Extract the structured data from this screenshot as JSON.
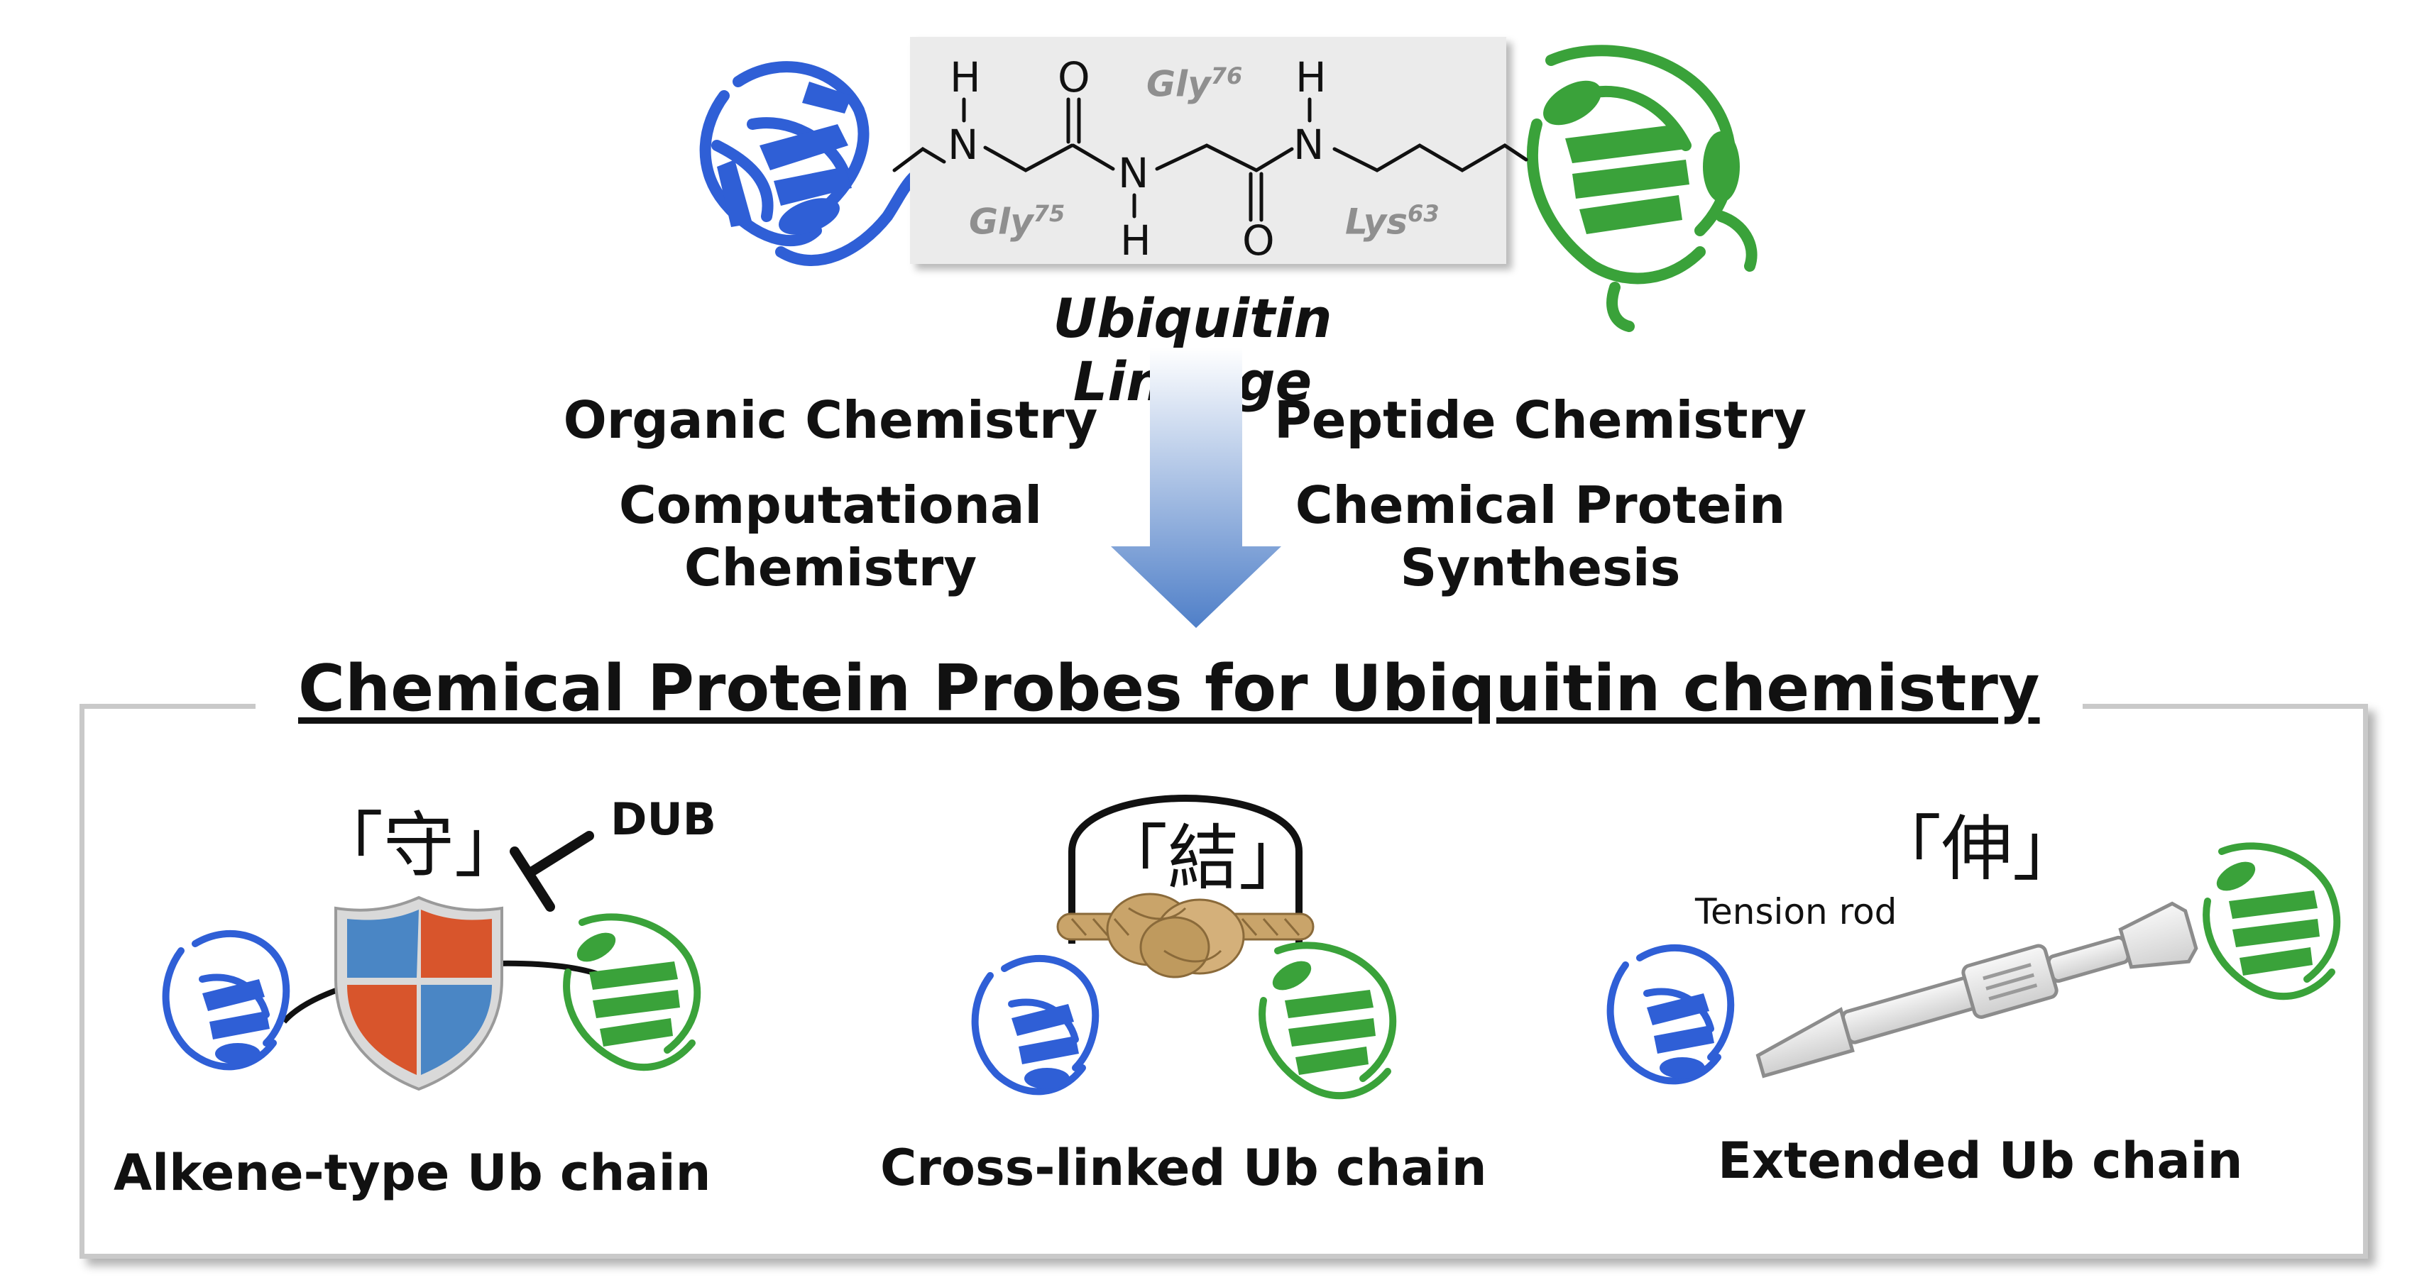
{
  "linkage": {
    "caption": "Ubiquitin Linkage",
    "atoms": {
      "H": "H",
      "N": "N",
      "O": "O"
    },
    "residues": {
      "gly75": {
        "name": "Gly",
        "num": "75"
      },
      "gly76": {
        "name": "Gly",
        "num": "76"
      },
      "lys63": {
        "name": "Lys",
        "num": "63"
      }
    }
  },
  "methods": {
    "left": [
      "Organic Chemistry",
      "Computational",
      "Chemistry"
    ],
    "right": [
      "Peptide Chemistry",
      "Chemical Protein",
      "Synthesis"
    ]
  },
  "panel": {
    "title": "Chemical Protein Probes for Ubiquitin chemistry",
    "probes": [
      {
        "kanji": "「守」",
        "label": "Alkene-type Ub chain",
        "annotation": "DUB"
      },
      {
        "kanji": "「結」",
        "label": "Cross-linked Ub chain"
      },
      {
        "kanji": "「伸」",
        "label": "Extended Ub chain",
        "annotation": "Tension rod"
      }
    ]
  },
  "colors": {
    "ub_blue": "#2f5fd6",
    "ub_green": "#3aa23a",
    "arrow_top": "#ffffff",
    "arrow_bottom": "#4f7fc8",
    "shield_blue": "#4a86c5",
    "shield_red": "#d8552c",
    "rope": "#c9a46a",
    "rod": "#e6e6e6"
  },
  "icons": [
    "ubiquitin-blue-icon",
    "ubiquitin-green-icon",
    "shield-icon",
    "knot-icon",
    "tension-rod-icon",
    "down-arrow-icon"
  ]
}
